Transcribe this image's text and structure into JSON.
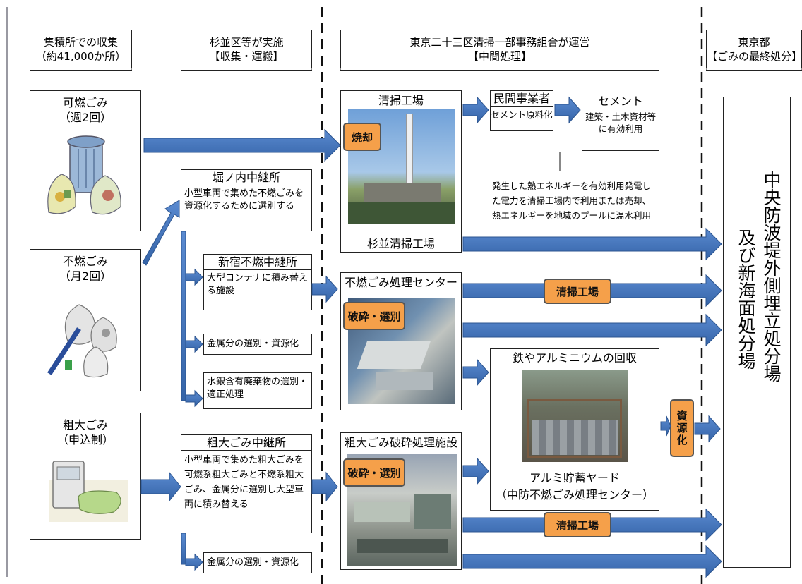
{
  "headers": {
    "collection_point": {
      "line1": "集積所での収集",
      "line2": "（約41,000か所）"
    },
    "suginami": {
      "line1": "杉並区等が実施",
      "line2": "【収集・運搬】"
    },
    "tokyo23": {
      "line1": "東京二十三区清掃一部事務組合が運営",
      "line2": "【中間処理】"
    },
    "tokyo_metro": {
      "line1": "東京都",
      "line2": "【ごみの最終処分】"
    }
  },
  "waste_types": {
    "burnable": {
      "title": "可燃ごみ",
      "freq": "（週2回）"
    },
    "nonburnable": {
      "title": "不燃ごみ",
      "freq": "（月2回）"
    },
    "bulky": {
      "title": "粗大ごみ",
      "freq": "（申込制）"
    }
  },
  "relay": {
    "horinouchi": {
      "title": "堀ノ内中継所",
      "desc": "小型車両で集めた不燃ごみを資源化するために選別する"
    },
    "shinjuku": {
      "title": "新宿不燃中継所",
      "desc": "大型コンテナに積み替える施設"
    },
    "metal1": "金属分の選別・資源化",
    "mercury": "水銀含有廃棄物の選別・適正処理",
    "bulky_relay": {
      "title": "粗大ごみ中継所",
      "desc": "小型車両で集めた粗大ごみを可燃系粗大ごみと不燃系粗大ごみ、金属分に選別し大型車両に積み替える"
    },
    "metal2": "金属分の選別・資源化"
  },
  "plants": {
    "incinerator": {
      "title": "清掃工場",
      "badge": "焼却",
      "caption": "杉並清掃工場"
    },
    "nonburn_center": {
      "title": "不燃ごみ処理センター",
      "badge": "破砕・選別"
    },
    "bulky_facility": {
      "title": "粗大ごみ破砕処理施設",
      "badge": "破砕・選別"
    }
  },
  "downstream": {
    "private": {
      "title": "民間事業者",
      "desc": "セメント原料化"
    },
    "cement": {
      "title": "セメント",
      "desc": "建築・土木資材等に有効利用"
    },
    "heat": "発生した熱エネルギーを有効利用発電した電力を清掃工場内で利用または売却、熱エネルギーを地域のプールに温水利用",
    "recovery": {
      "title": "鉄やアルミニウムの回収",
      "caption1": "アルミ貯蓄ヤード",
      "caption2": "（中防不燃ごみ処理センター）"
    },
    "resource_badge": "資源化",
    "to_incinerator_1": "清掃工場",
    "to_incinerator_2": "清掃工場"
  },
  "landfill": {
    "col1": "中央防波堤外側埋立処分場",
    "col2": "及び新海面処分場"
  },
  "colors": {
    "arrow": "#3b6eb4",
    "badge": "#f5a04a",
    "border": "#222222"
  }
}
